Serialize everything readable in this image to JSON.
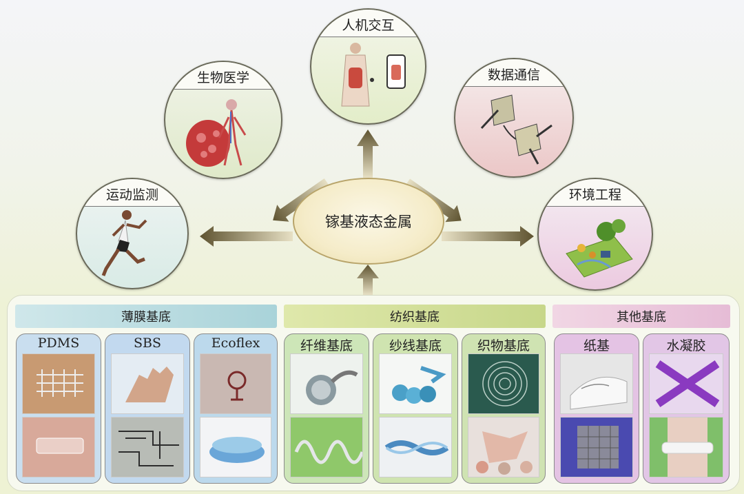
{
  "center_label": "镓基液态金属",
  "applications": [
    {
      "id": "sports",
      "label": "运动监测"
    },
    {
      "id": "bio",
      "label": "生物医学"
    },
    {
      "id": "hci",
      "label": "人机交互"
    },
    {
      "id": "data",
      "label": "数据通信"
    },
    {
      "id": "env",
      "label": "环境工程"
    }
  ],
  "substrate_groups": [
    {
      "label": "薄膜基底",
      "color": "#b9dde3",
      "items": [
        "PDMS",
        "SBS",
        "Ecoflex"
      ],
      "card_color": "#bcd9ec"
    },
    {
      "label": "纺织基底",
      "color": "#cfdc9a",
      "items": [
        "纤维基底",
        "纱线基底",
        "织物基底"
      ],
      "card_color": "#cfe4b0"
    },
    {
      "label": "其他基底",
      "color": "#edc9dd",
      "items": [
        "纸基",
        "水凝胶"
      ],
      "card_color": "#e3c4e3"
    }
  ],
  "colors": {
    "arrow": "#6b5e3a",
    "border": "#6a6a5a"
  }
}
